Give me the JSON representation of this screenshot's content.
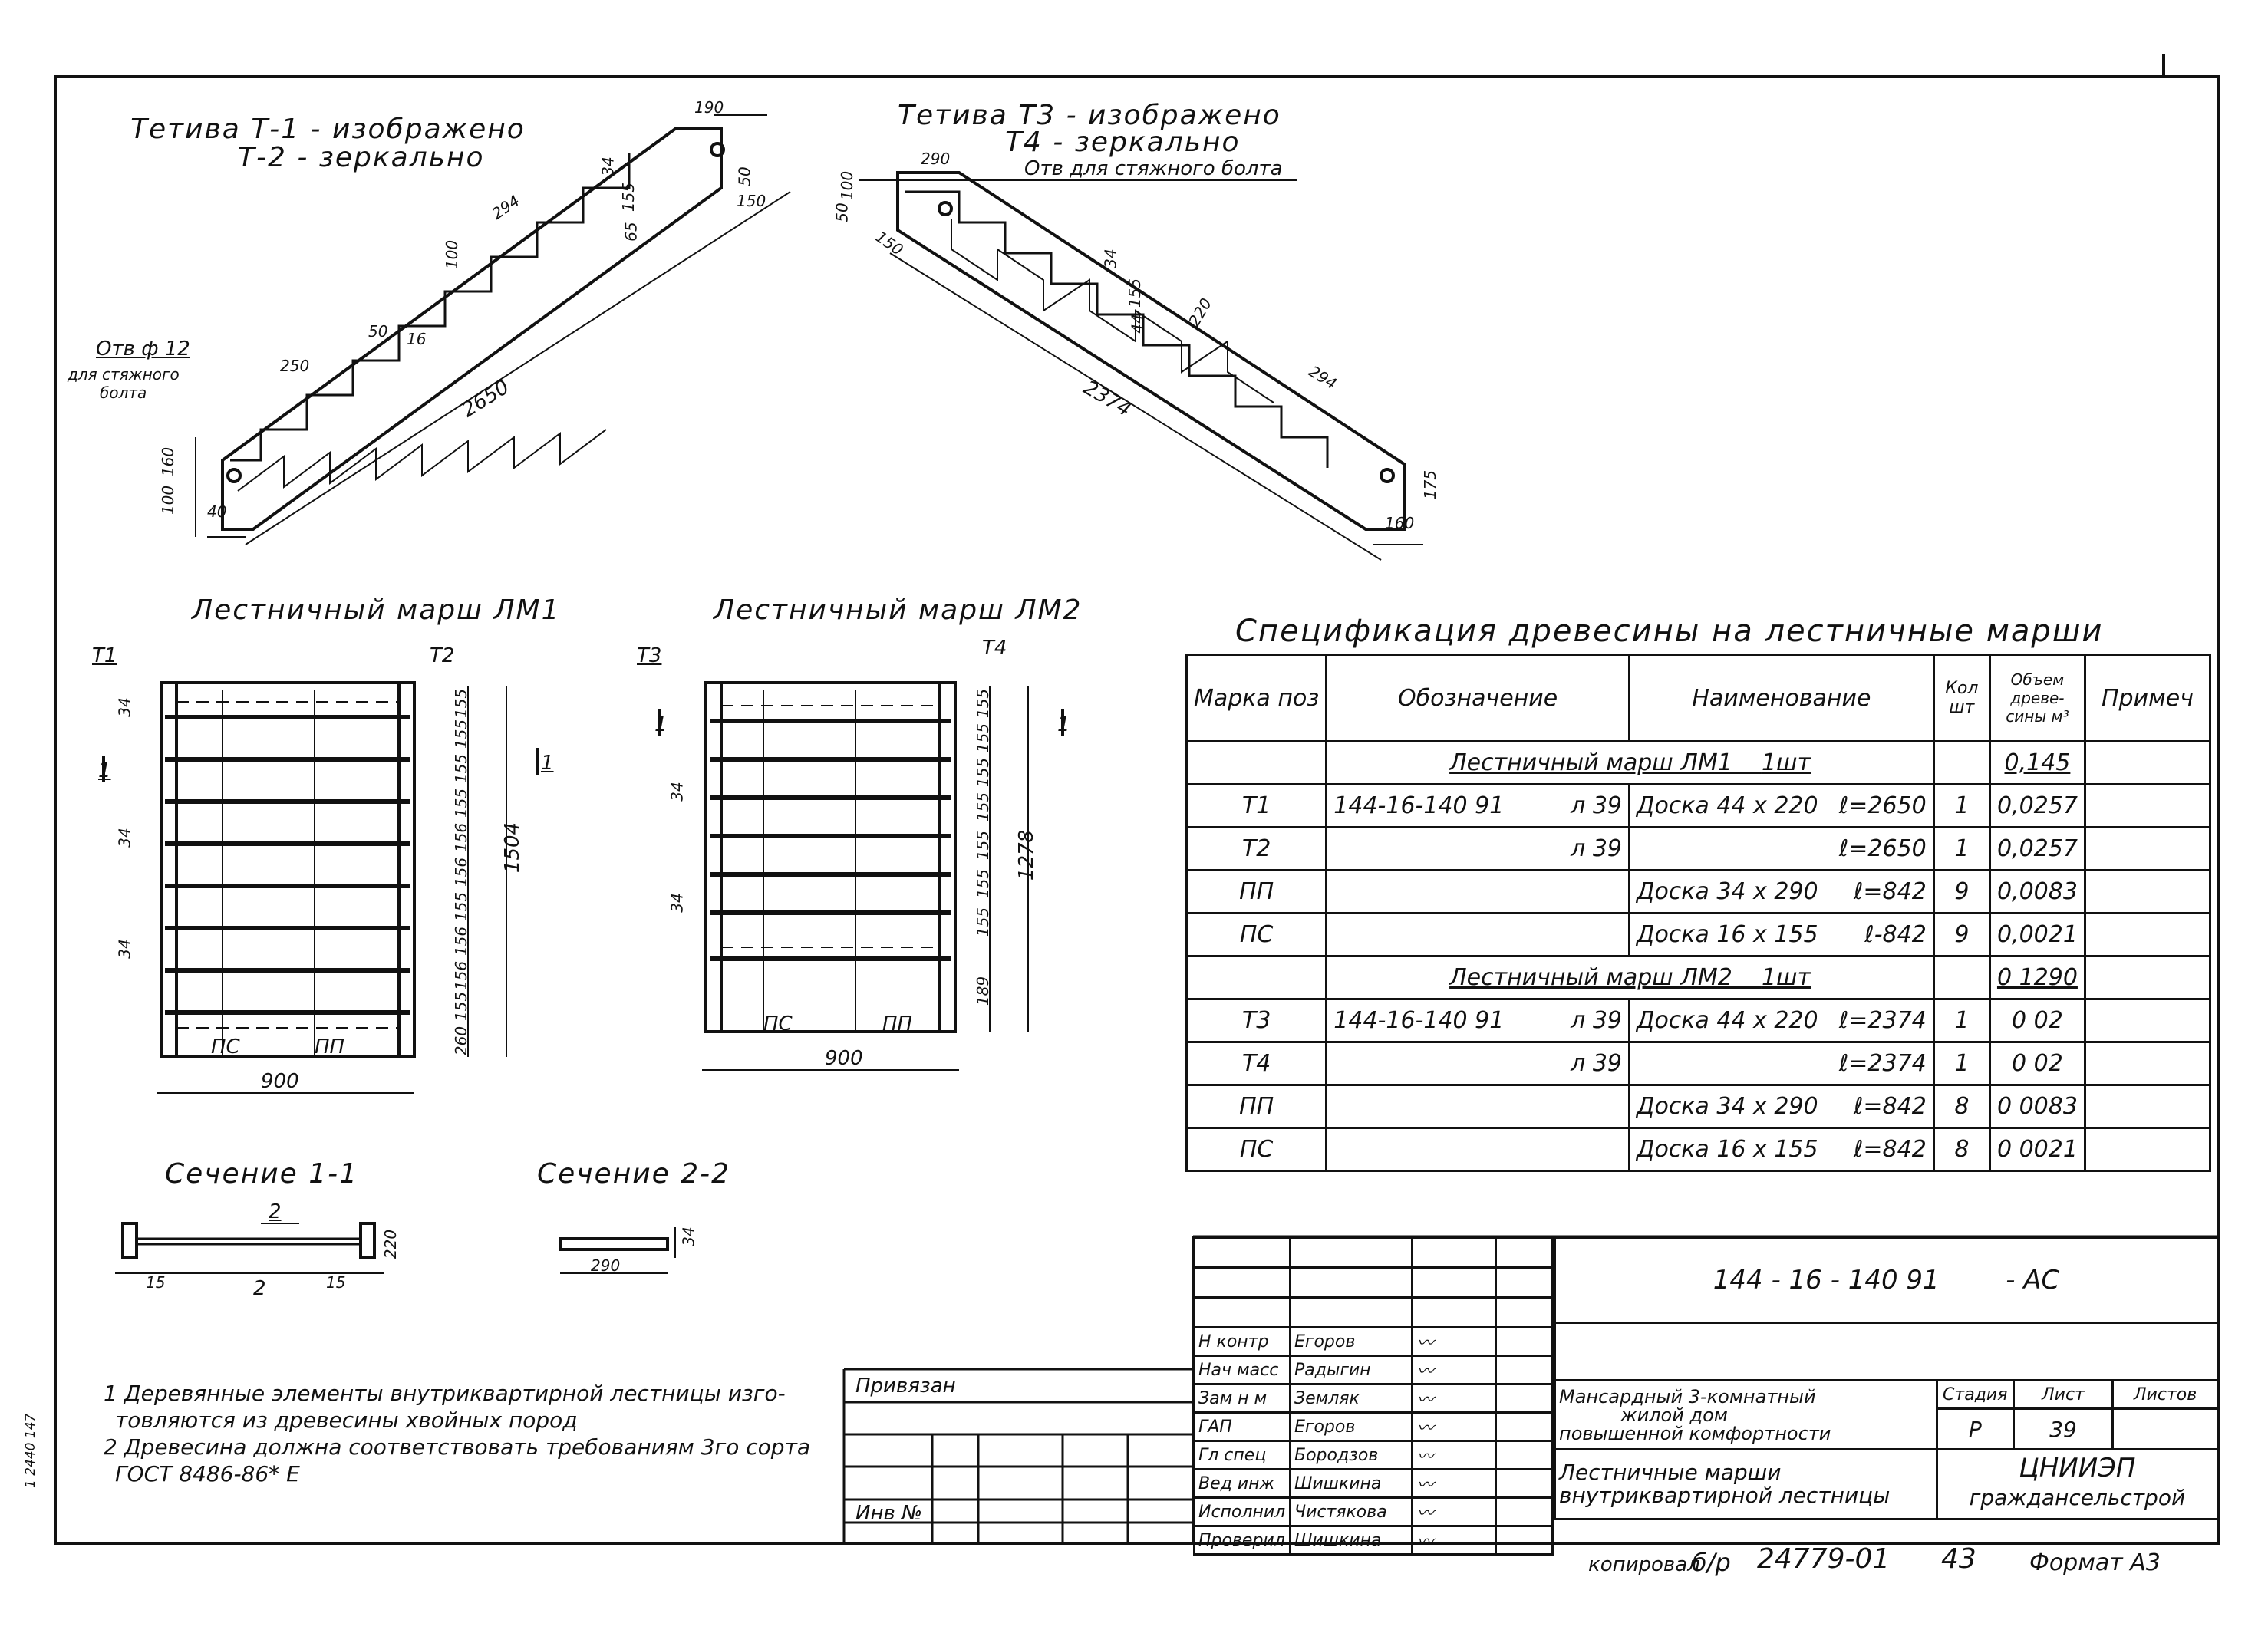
{
  "stringers": {
    "t1_title": "Тетива Т-1 - изображено",
    "t1_subtitle": "Т-2 - зеркально",
    "t1_hole": "Отв ф 12",
    "t1_hole_note1": "для стяжного",
    "t1_hole_note2": "болта",
    "t1_dims": [
      "190",
      "294",
      "100",
      "34",
      "155",
      "50",
      "150",
      "65",
      "250",
      "50",
      "16",
      "2650",
      "100",
      "160",
      "40"
    ],
    "t3_title": "Тетива Т3 - изображено",
    "t3_subtitle": "Т4 - зеркально",
    "t3_hole": "Отв для стяжного болта",
    "t3_dims": [
      "290",
      "50",
      "100",
      "150",
      "34",
      "155",
      "220",
      "44",
      "294",
      "2374",
      "160",
      "175"
    ]
  },
  "marches": {
    "lm1_title": "Лестничный марш ЛМ1",
    "lm2_title": "Лестничный марш ЛМ2",
    "lm1_width": "900",
    "lm2_width": "900",
    "lm1_height": "1504",
    "lm2_height": "1278",
    "lm1_marks": [
      "Т1",
      "Т2",
      "ПС",
      "ПП"
    ],
    "lm2_marks": [
      "Т3",
      "Т4",
      "ПС",
      "ПП"
    ],
    "section_mark": "1",
    "riser": "34",
    "lm1_steps": [
      "155",
      "155",
      "155",
      "155",
      "156",
      "156",
      "155",
      "156",
      "156",
      "155",
      "260"
    ],
    "lm2_steps": [
      "155",
      "155",
      "155",
      "155",
      "155",
      "155",
      "155",
      "189"
    ]
  },
  "sections": {
    "s11_title": "Сечение 1-1",
    "s22_title": "Сечение 2-2",
    "s11_mark": "2",
    "s11_dims": [
      "15",
      "15",
      "220"
    ],
    "s22_dims": [
      "290",
      "34"
    ]
  },
  "spec": {
    "title": "Спецификация древесины на лестничные марши",
    "headers": [
      "Марка поз",
      "Обозначение",
      "Наименование",
      "Кол шт",
      "Объем древе-сины м³",
      "Примеч"
    ],
    "group1": {
      "name": "Лестничный марш ЛМ1",
      "qty": "1шт",
      "volume": "0,145"
    },
    "group1_rows": [
      {
        "mark": "Т1",
        "code": "144-16-140 91",
        "sheet": "л 39",
        "name": "Доска 44 х 220",
        "len": "ℓ=2650",
        "qty": "1",
        "vol": "0,0257"
      },
      {
        "mark": "Т2",
        "code": "",
        "sheet": "л 39",
        "name": "",
        "len": "ℓ=2650",
        "qty": "1",
        "vol": "0,0257"
      },
      {
        "mark": "ПП",
        "code": "",
        "sheet": "",
        "name": "Доска 34 х 290",
        "len": "ℓ=842",
        "qty": "9",
        "vol": "0,0083"
      },
      {
        "mark": "ПС",
        "code": "",
        "sheet": "",
        "name": "Доска 16 х 155",
        "len": "ℓ-842",
        "qty": "9",
        "vol": "0,0021"
      }
    ],
    "group2": {
      "name": "Лестничный марш ЛМ2",
      "qty": "1шт",
      "volume": "0 1290"
    },
    "group2_rows": [
      {
        "mark": "Т3",
        "code": "144-16-140 91",
        "sheet": "л 39",
        "name": "Доска 44 х 220",
        "len": "ℓ=2374",
        "qty": "1",
        "vol": "0 02"
      },
      {
        "mark": "Т4",
        "code": "",
        "sheet": "л 39",
        "name": "",
        "len": "ℓ=2374",
        "qty": "1",
        "vol": "0 02"
      },
      {
        "mark": "ПП",
        "code": "",
        "sheet": "",
        "name": "Доска 34 х 290",
        "len": "ℓ=842",
        "qty": "8",
        "vol": "0 0083"
      },
      {
        "mark": "ПС",
        "code": "",
        "sheet": "",
        "name": "Доска 16 х 155",
        "len": "ℓ=842",
        "qty": "8",
        "vol": "0 0021"
      }
    ]
  },
  "notes": {
    "line1": "1 Деревянные элементы внутриквартирной лестницы изго-",
    "line2": "товляются из древесины хвойных пород",
    "line3": "2 Древесина должна соответствовать требованиям 3го сорта",
    "line4": "ГОСТ 8486-86* Е"
  },
  "stamp": {
    "code": "144 - 16 - 140 91",
    "suffix": "- АС",
    "tied": "Привязан",
    "inv": "Инв №",
    "roles": [
      "Н контр",
      "Нач масс",
      "Зам н м",
      "ГАП",
      "Гл спец",
      "Вед инж",
      "Исполнил",
      "Проверил"
    ],
    "names": [
      "Егоров",
      "Радыгин",
      "Земляк",
      "Егоров",
      "Бородзов",
      "Шишкина",
      "Чистякова",
      "Шишкина"
    ],
    "project1": "Мансардный 3-комнатный",
    "project2": "жилой дом",
    "project3": "повышенной комфортности",
    "sheet_title1": "Лестничные марши",
    "sheet_title2": "внутриквартирной лестницы",
    "stage_h": "Стадия",
    "sheet_h": "Лист",
    "sheets_h": "Листов",
    "stage": "Р",
    "sheet": "39",
    "org1": "ЦНИИЭП",
    "org2": "граждансельстрой"
  },
  "footer": {
    "copied": "копировал",
    "copied_sign": "б/р",
    "number": "24779-01",
    "page": "43",
    "format": "Формат А3",
    "margin_code": "1 2440 147"
  }
}
